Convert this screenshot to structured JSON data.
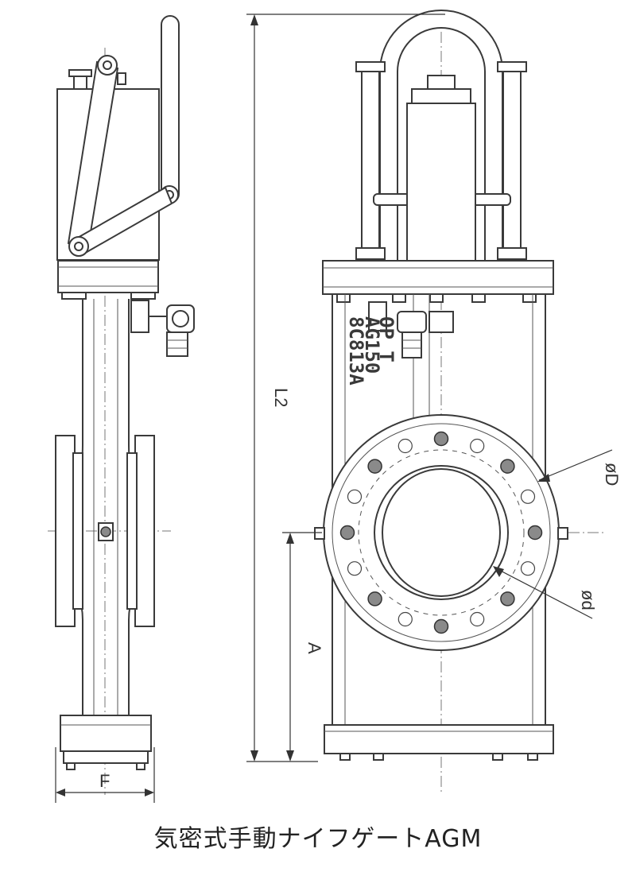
{
  "caption": "気密式手動ナイフゲートAGM",
  "dimensions": {
    "L2": "L2",
    "A": "A",
    "F": "F",
    "D": "øD",
    "d": "ød"
  },
  "stamp": [
    "OP T",
    "AG150",
    "8C813A"
  ]
}
